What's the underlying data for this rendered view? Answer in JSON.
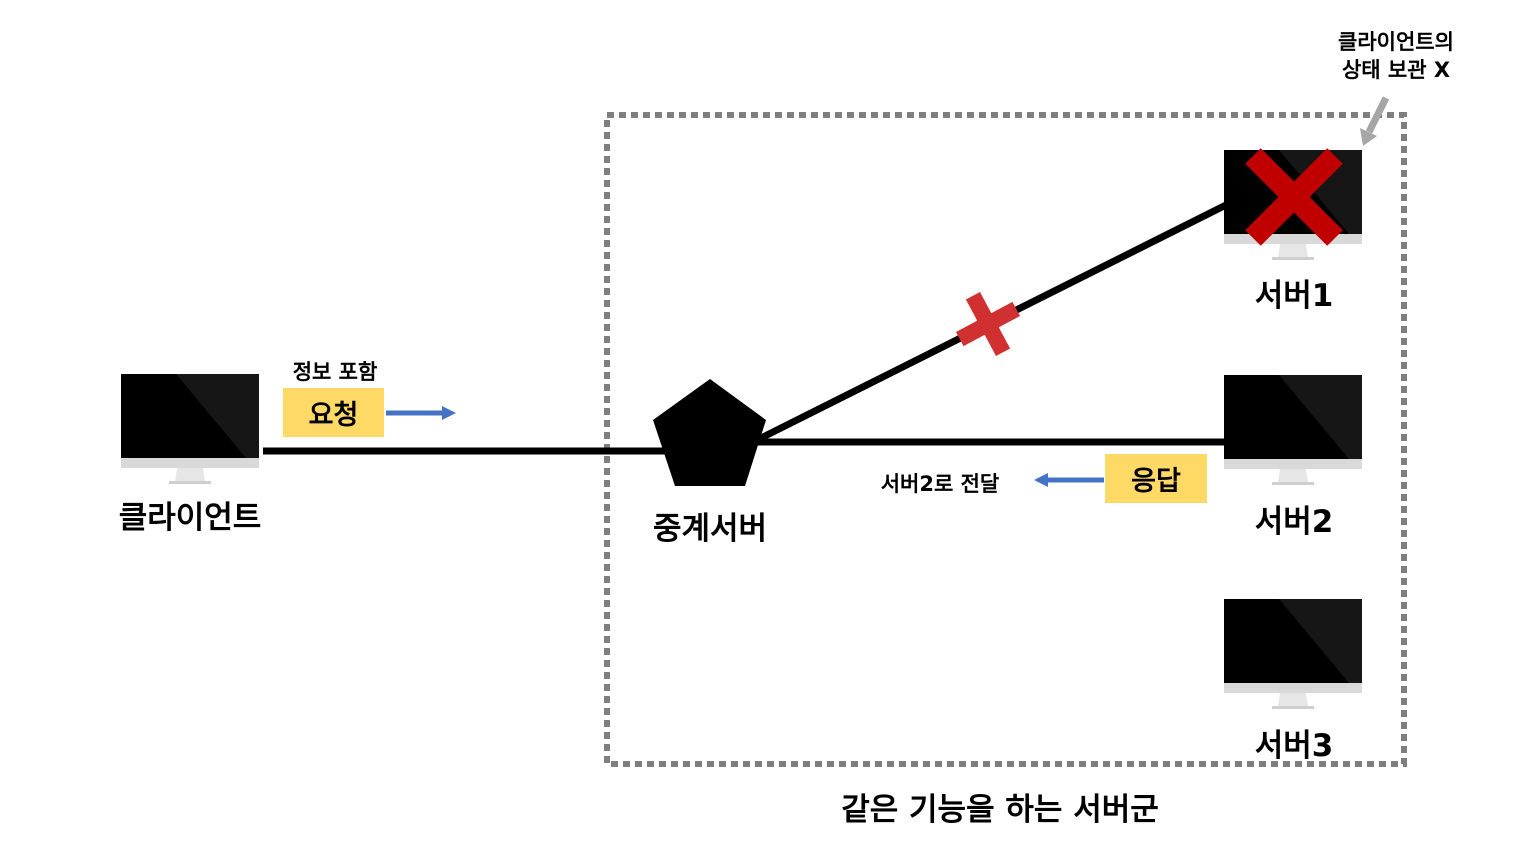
{
  "nodes": {
    "client": "클라이언트",
    "proxy": "중계서버",
    "server1": "서버1",
    "server2": "서버2",
    "server3": "서버3"
  },
  "request": {
    "caption": "정보 포함",
    "tag": "요청"
  },
  "response": {
    "caption": "서버2로 전달",
    "tag": "응답"
  },
  "note": {
    "line1": "클라이언트의",
    "line2": "상태 보관 X"
  },
  "group_label": "같은 기능을 하는 서버군",
  "colors": {
    "line": "#000000",
    "group_border": "#7f7f7f",
    "tag_fill": "#ffd966",
    "arrow": "#4472c4",
    "fail_mark": "#c00000",
    "link_break_mark": "#d03030",
    "pointer": "#a6a6a6"
  },
  "icons": {
    "computer": "imac-monitor-icon",
    "proxy": "pentagon-node-icon",
    "failed": "x-mark-icon"
  }
}
